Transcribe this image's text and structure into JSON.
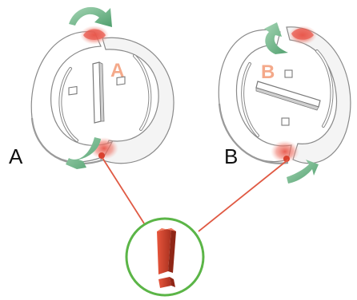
{
  "labels": {
    "left": "A",
    "right": "B",
    "part_left": "A",
    "part_right": "B"
  },
  "icons": {
    "warning": "exclamation-icon",
    "rotate": "curved-arrow-icon"
  },
  "colors": {
    "arrow": "#5fae7e",
    "hotspot": "#e8564a",
    "leader_line": "#e05a44",
    "circle": "#5bb547",
    "exclamation": "#d9452f",
    "part_letter": "#f4a98a",
    "outline": "#7a7a7a"
  }
}
